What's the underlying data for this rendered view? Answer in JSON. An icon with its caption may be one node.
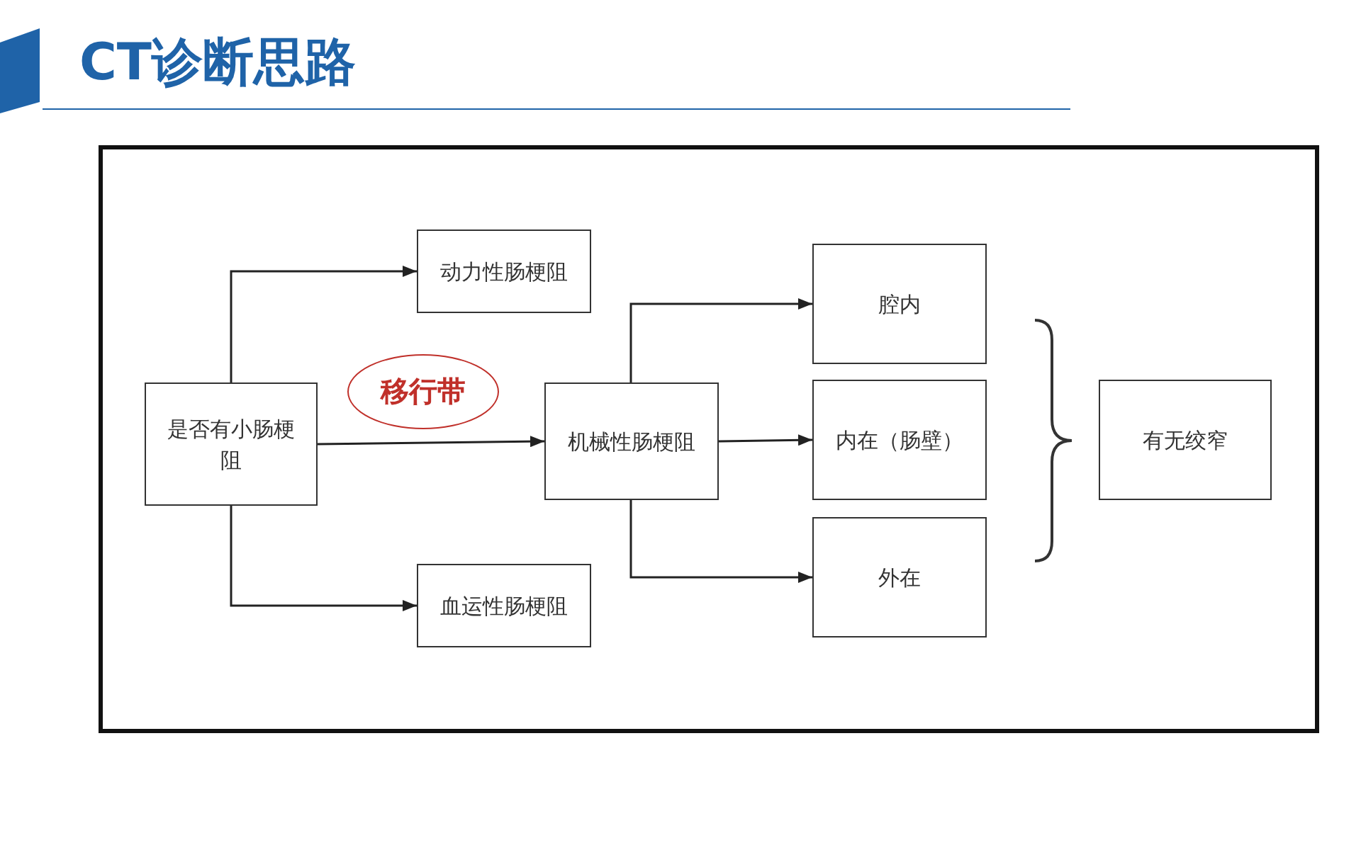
{
  "diagram": {
    "title": "CT诊断思路",
    "nodes": [
      {
        "text": [
          "是否有小肠梗阻"
        ]
      },
      {
        "text": [
          "动力性肠梗阻"
        ]
      },
      {
        "text": [
          "移行带"
        ]
      },
      {
        "text": [
          "机械性肠梗阻"
        ]
      },
      {
        "text": [
          "血运性肠梗阻"
        ]
      },
      {
        "text": [
          "腔内"
        ]
      },
      {
        "text": [
          "内在（肠壁）"
        ]
      },
      {
        "text": [
          "外在"
        ]
      },
      {
        "text": [
          "有无绞窄"
        ]
      }
    ],
    "edges": [
      {
        "from": 0,
        "to": 1,
        "arrow": "to"
      },
      {
        "from": 0,
        "to": 3,
        "arrow": "to"
      },
      {
        "from": 0,
        "to": 4,
        "arrow": "to"
      },
      {
        "from": 3,
        "to": 5,
        "arrow": "to"
      },
      {
        "from": 3,
        "to": 6,
        "arrow": "to"
      },
      {
        "from": 3,
        "to": 7,
        "arrow": "to"
      }
    ]
  }
}
